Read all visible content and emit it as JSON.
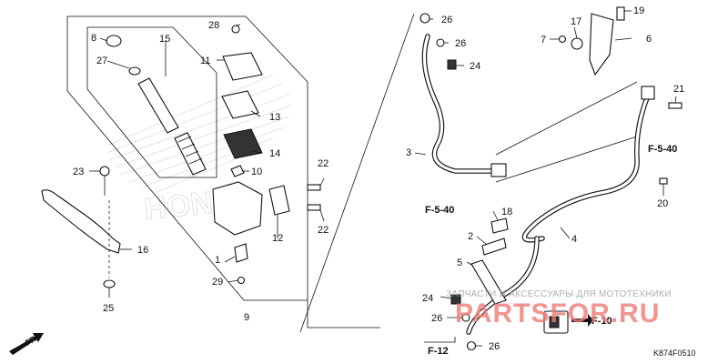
{
  "callouts": [
    {
      "id": "c1",
      "label": "1"
    },
    {
      "id": "c2",
      "label": "2"
    },
    {
      "id": "c3",
      "label": "3"
    },
    {
      "id": "c4",
      "label": "4"
    },
    {
      "id": "c5",
      "label": "5"
    },
    {
      "id": "c6",
      "label": "6"
    },
    {
      "id": "c7",
      "label": "7"
    },
    {
      "id": "c8",
      "label": "8"
    },
    {
      "id": "c9",
      "label": "9"
    },
    {
      "id": "c10",
      "label": "10"
    },
    {
      "id": "c11",
      "label": "11"
    },
    {
      "id": "c12",
      "label": "12"
    },
    {
      "id": "c13",
      "label": "13"
    },
    {
      "id": "c14",
      "label": "14"
    },
    {
      "id": "c15",
      "label": "15"
    },
    {
      "id": "c16",
      "label": "16"
    },
    {
      "id": "c17",
      "label": "17"
    },
    {
      "id": "c18",
      "label": "18"
    },
    {
      "id": "c19",
      "label": "19"
    },
    {
      "id": "c20",
      "label": "20"
    },
    {
      "id": "c21",
      "label": "21"
    },
    {
      "id": "c22a",
      "label": "22"
    },
    {
      "id": "c22b",
      "label": "22"
    },
    {
      "id": "c23",
      "label": "23"
    },
    {
      "id": "c24a",
      "label": "24"
    },
    {
      "id": "c24b",
      "label": "24"
    },
    {
      "id": "c25",
      "label": "25"
    },
    {
      "id": "c26a",
      "label": "26"
    },
    {
      "id": "c26b",
      "label": "26"
    },
    {
      "id": "c26c",
      "label": "26"
    },
    {
      "id": "c26d",
      "label": "26"
    },
    {
      "id": "c27",
      "label": "27"
    },
    {
      "id": "c28",
      "label": "28"
    },
    {
      "id": "c29",
      "label": "29"
    }
  ],
  "references": {
    "f540_left": "F-5-40",
    "f540_right": "F-5-40",
    "f10": "F-10",
    "f12": "F-12"
  },
  "direction_label": "FR.",
  "diagram_code": "K874F0510",
  "watermark": {
    "tagline": "ЗАПЧАСТИ И АКСЕССУАРЫ ДЛЯ МОТОТЕХНИКИ",
    "logo": "PARTSFOR.RU",
    "brand": "HONDA"
  }
}
